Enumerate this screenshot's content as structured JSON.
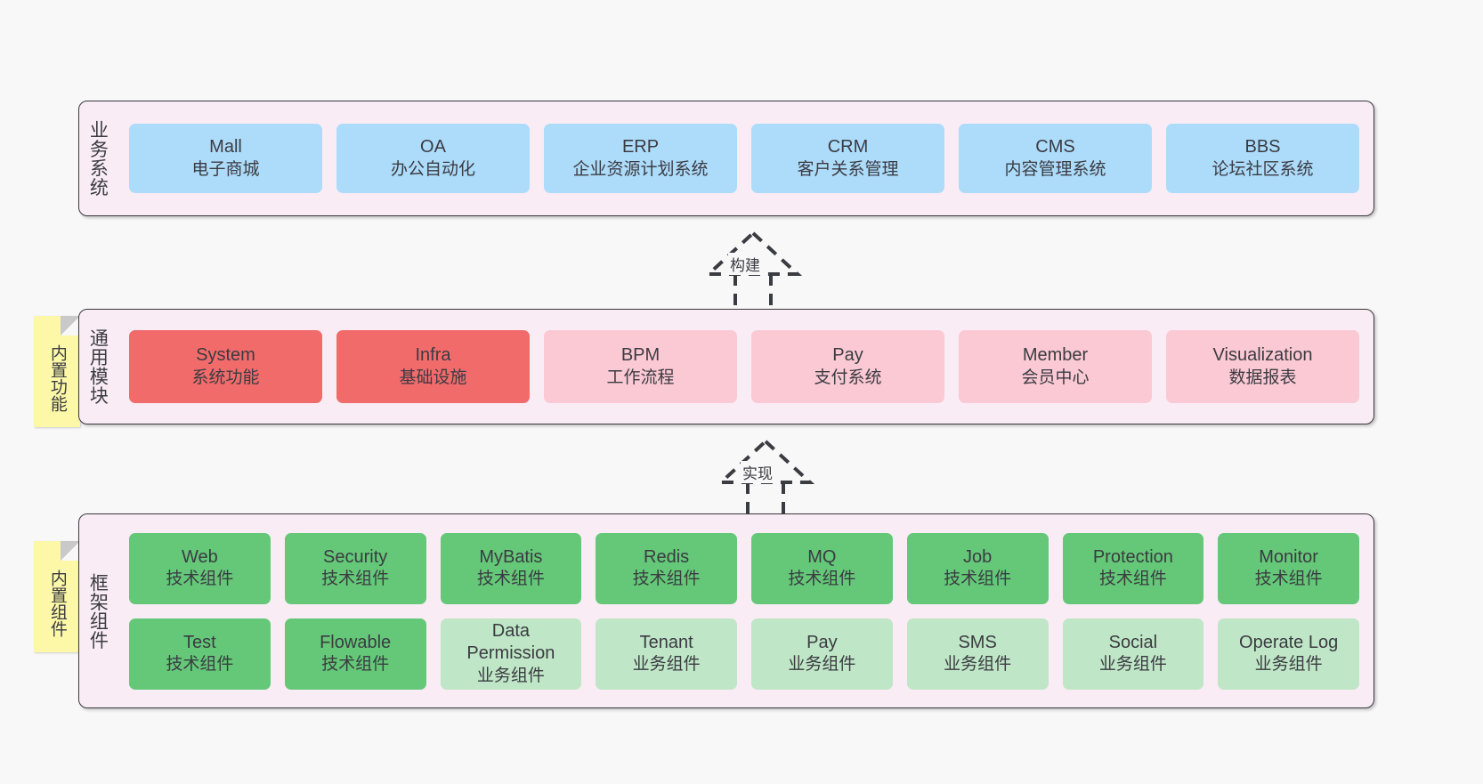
{
  "diagram": {
    "background": "#f8f8f8",
    "layers": [
      {
        "id": "business",
        "title": "业务系统",
        "note": null,
        "rows": [
          [
            {
              "name": "Mall",
              "desc": "电子商城",
              "color": "blue"
            },
            {
              "name": "OA",
              "desc": "办公自动化",
              "color": "blue"
            },
            {
              "name": "ERP",
              "desc": "企业资源计划系统",
              "color": "blue"
            },
            {
              "name": "CRM",
              "desc": "客户关系管理",
              "color": "blue"
            },
            {
              "name": "CMS",
              "desc": "内容管理系统",
              "color": "blue"
            },
            {
              "name": "BBS",
              "desc": "论坛社区系统",
              "color": "blue"
            }
          ]
        ]
      },
      {
        "id": "modules",
        "title": "通用模块",
        "note": "内置功能",
        "rows": [
          [
            {
              "name": "System",
              "desc": "系统功能",
              "color": "red"
            },
            {
              "name": "Infra",
              "desc": "基础设施",
              "color": "red"
            },
            {
              "name": "BPM",
              "desc": "工作流程",
              "color": "pink"
            },
            {
              "name": "Pay",
              "desc": "支付系统",
              "color": "pink"
            },
            {
              "name": "Member",
              "desc": "会员中心",
              "color": "pink"
            },
            {
              "name": "Visualization",
              "desc": "数据报表",
              "color": "pink"
            }
          ]
        ]
      },
      {
        "id": "framework",
        "title": "框架组件",
        "note": "内置组件",
        "rows": [
          [
            {
              "name": "Web",
              "desc": "技术组件",
              "color": "green"
            },
            {
              "name": "Security",
              "desc": "技术组件",
              "color": "green"
            },
            {
              "name": "MyBatis",
              "desc": "技术组件",
              "color": "green"
            },
            {
              "name": "Redis",
              "desc": "技术组件",
              "color": "green"
            },
            {
              "name": "MQ",
              "desc": "技术组件",
              "color": "green"
            },
            {
              "name": "Job",
              "desc": "技术组件",
              "color": "green"
            },
            {
              "name": "Protection",
              "desc": "技术组件",
              "color": "green"
            },
            {
              "name": "Monitor",
              "desc": "技术组件",
              "color": "green"
            }
          ],
          [
            {
              "name": "Test",
              "desc": "技术组件",
              "color": "green"
            },
            {
              "name": "Flowable",
              "desc": "技术组件",
              "color": "green"
            },
            {
              "name": "Data Permission",
              "desc": "业务组件",
              "color": "green-light"
            },
            {
              "name": "Tenant",
              "desc": "业务组件",
              "color": "green-light"
            },
            {
              "name": "Pay",
              "desc": "业务组件",
              "color": "green-light"
            },
            {
              "name": "SMS",
              "desc": "业务组件",
              "color": "green-light"
            },
            {
              "name": "Social",
              "desc": "业务组件",
              "color": "green-light"
            },
            {
              "name": "Operate Log",
              "desc": "业务组件",
              "color": "green-light"
            }
          ]
        ]
      }
    ],
    "connectors": [
      {
        "id": "build",
        "label": "构建"
      },
      {
        "id": "implement",
        "label": "实现"
      }
    ],
    "palette": {
      "canvas": "#f8f8f8",
      "layer_fill": "#faecf5",
      "layer_border": "#3a3a3f",
      "blue": "#addcfb",
      "red": "#f26b6b",
      "pink": "#fbc9d4",
      "green": "#64c878",
      "green_light": "#bfe6c6",
      "sticky": "#fcf8a8",
      "sticky_fold": "#c9c9c9",
      "text": "#3b3b42"
    }
  }
}
